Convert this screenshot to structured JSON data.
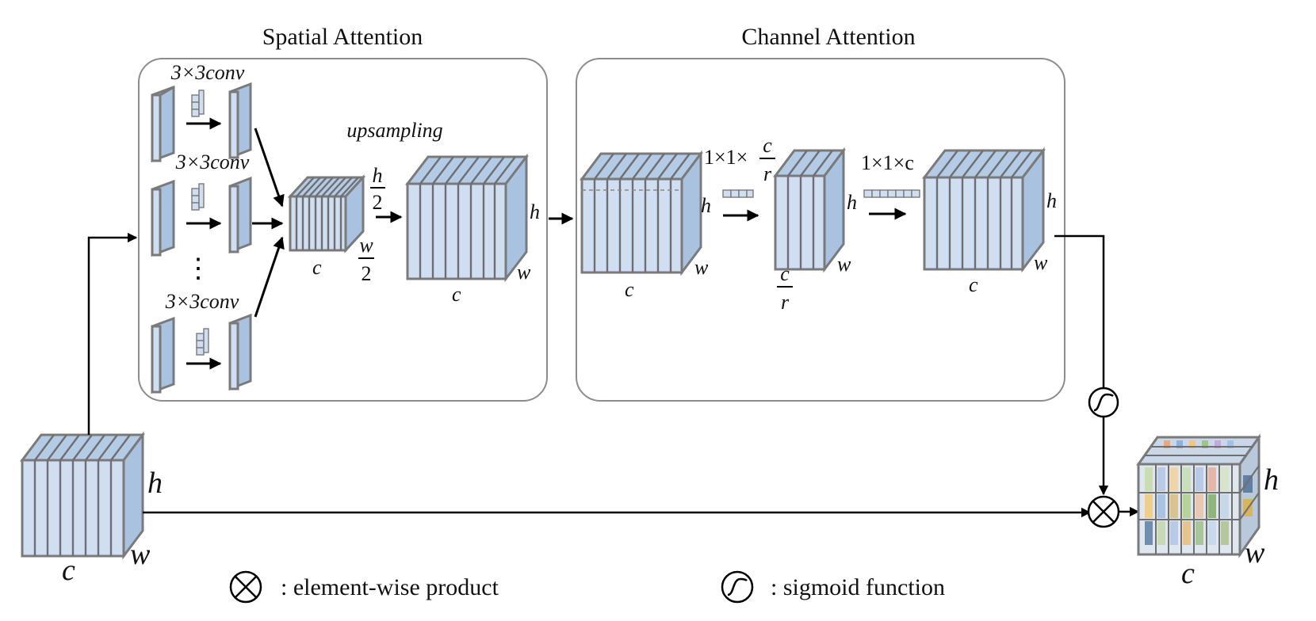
{
  "panels": {
    "spatial_title": "Spatial Attention",
    "channel_title": "Channel Attention"
  },
  "spatial": {
    "conv_label_1": "3×3conv",
    "conv_label_2": "3×3conv",
    "conv_label_3": "3×3conv",
    "ellipsis": "⋮",
    "upsampling": "upsampling",
    "small_h_num": "h",
    "small_h_den": "2",
    "small_w_num": "w",
    "small_w_den": "2",
    "small_c": "c",
    "large_h": "h",
    "large_w": "w",
    "large_c": "c"
  },
  "channel": {
    "in_h": "h",
    "in_w": "w",
    "in_c": "c",
    "op1_prefix": "1×1×",
    "op1_num": "c",
    "op1_den": "r",
    "mid_h": "h",
    "mid_w": "w",
    "mid_c_num": "c",
    "mid_c_den": "r",
    "op2": "1×1×c",
    "out_h": "h",
    "out_w": "w",
    "out_c": "c"
  },
  "input": {
    "h": "h",
    "w": "w",
    "c": "c"
  },
  "output": {
    "h": "h",
    "w": "w",
    "c": "c"
  },
  "legend": {
    "product_label": ": element-wise product",
    "sigmoid_label": ": sigmoid  function"
  },
  "colors": {
    "tensor_fill": "#cfdff1",
    "tensor_edge": "#7a7a7a",
    "panel_border": "#8c8c8c"
  }
}
